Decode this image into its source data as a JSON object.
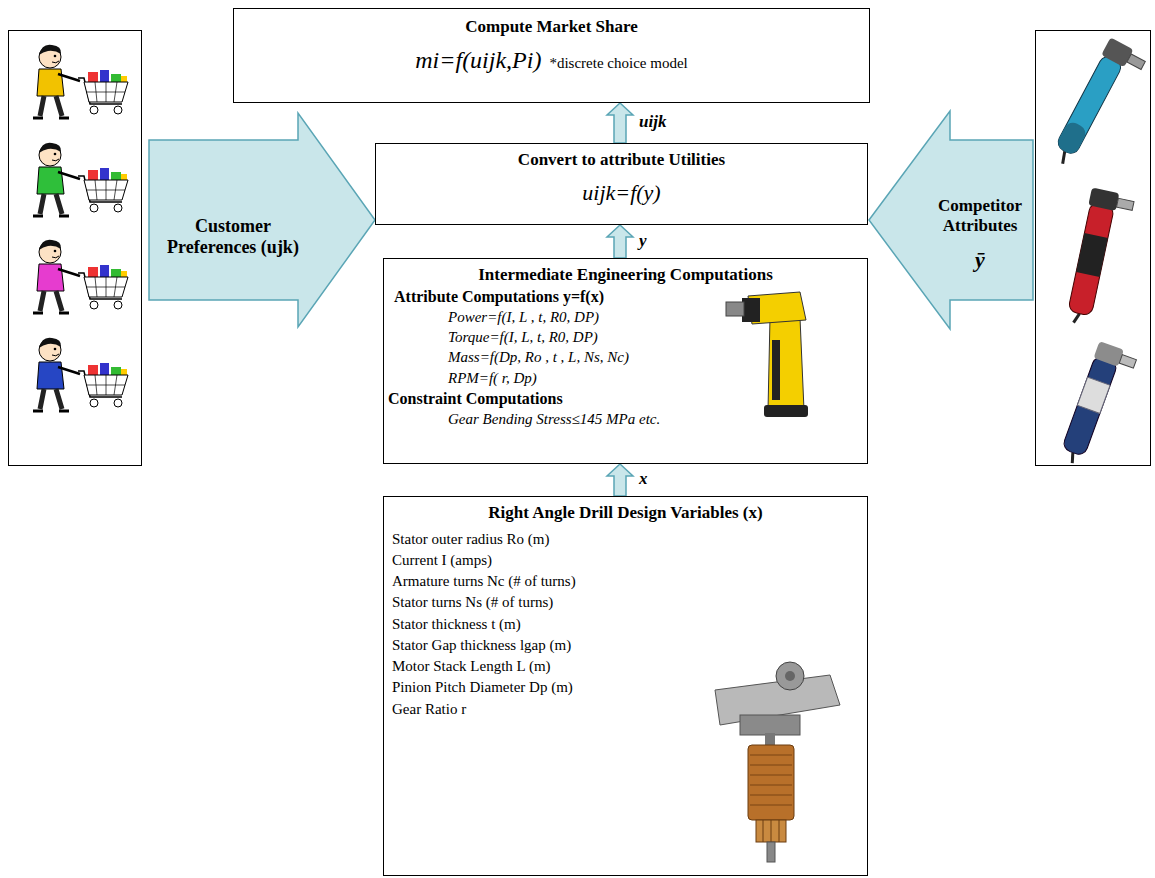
{
  "diagram": {
    "nodes": [
      {
        "text": [
          "Compute Market Share",
          "mi=f(uijk,Pi)",
          "*discrete choice model"
        ]
      },
      {
        "text": [
          "Customer Preferences (ujk)"
        ]
      },
      {
        "text": [
          "Convert to attribute Utilities",
          "uijk=f(y)"
        ]
      },
      {
        "text": [
          "Competitor Attributes",
          "ȳ"
        ]
      },
      {
        "text": [
          "Intermediate Engineering Computations",
          "Attribute Computations y=f(x)",
          "Power=f(I, L , t, R0, DP)",
          "Torque=f(I, L, t, R0, DP)",
          "Mass=f(Dp, Ro , t , L, Ns, Nc)",
          "RPM=f( r, Dp)",
          "Constraint Computations",
          "Gear Bending Stress≤145 MPa etc."
        ]
      },
      {
        "text": [
          "Right Angle Drill Design Variables (x)",
          "Stator outer radius Ro (m)",
          "Current I (amps)",
          "Armature turns Nc (# of turns)",
          "Stator turns Ns (# of turns)",
          "Stator thickness t (m)",
          "Stator Gap thickness lgap (m)",
          "Motor Stack Length L (m)",
          "Pinion Pitch Diameter Dp (m)",
          "Gear Ratio r"
        ]
      }
    ],
    "edges": [
      {
        "from": 2,
        "to": 0,
        "arrow": "to",
        "label": "uijk"
      },
      {
        "from": 4,
        "to": 2,
        "arrow": "to",
        "label": "y"
      },
      {
        "from": 5,
        "to": 4,
        "arrow": "to",
        "label": "x"
      }
    ]
  }
}
